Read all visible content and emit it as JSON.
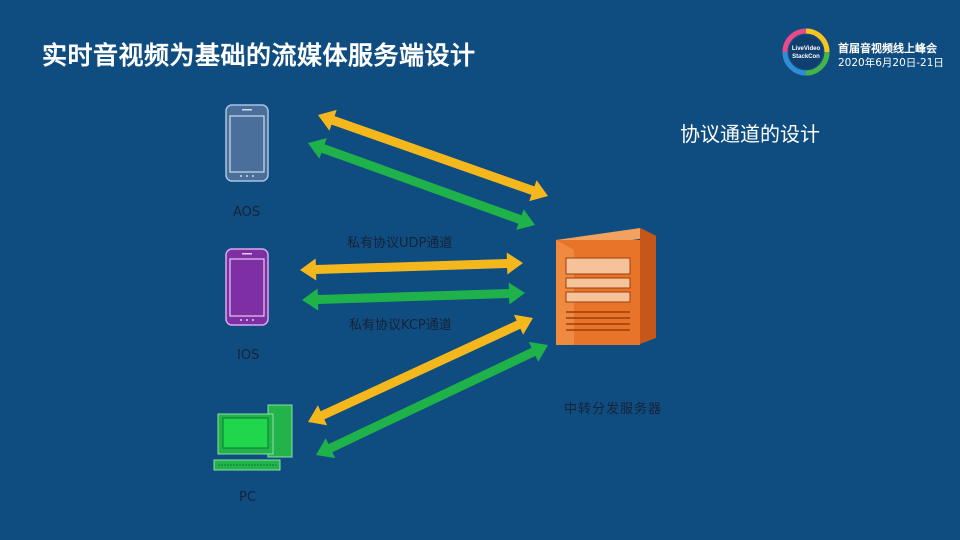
{
  "title": "实时音视频为基础的流媒体服务端设计",
  "subtitle": "协议通道的设计",
  "logo": {
    "line1": "首届音视频线上峰会",
    "line2": "2020年6月20日-21日",
    "badge": "LiveVideoStackCon"
  },
  "clients": [
    {
      "label": "AOS",
      "icon": "android-phone-icon",
      "color": "#4a6f9b"
    },
    {
      "label": "IOS",
      "icon": "ios-phone-icon",
      "color": "#7e2fa3"
    },
    {
      "label": "PC",
      "icon": "desktop-computer-icon",
      "color": "#22b34a"
    }
  ],
  "channels": {
    "udp": "私有协议UDP通道",
    "kcp": "私有协议KCP通道"
  },
  "server": {
    "label": "中转分发服务器",
    "icon": "server-tower-icon",
    "color": "#e8742a"
  },
  "colors": {
    "background": "#0f4c80",
    "udp_arrow": "#f5b81c",
    "kcp_arrow": "#1fb24a"
  }
}
